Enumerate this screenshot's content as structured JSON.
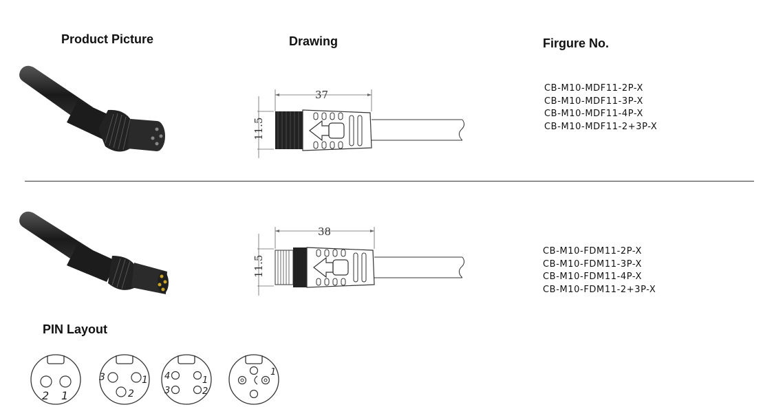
{
  "headers": {
    "product_picture": "Product Picture",
    "drawing": "Drawing",
    "figure_no": "Firgure No.",
    "pin_layout": "PIN Layout"
  },
  "female": {
    "dim_length": "37",
    "dim_diameter": "11.5",
    "parts": [
      "CB-M10-MDF11-2P-X",
      "CB-M10-MDF11-3P-X",
      "CB-M10-MDF11-4P-X",
      "CB-M10-MDF11-2+3P-X"
    ]
  },
  "male": {
    "dim_length": "38",
    "dim_diameter": "11.5",
    "parts": [
      "CB-M10-FDM11-2P-X",
      "CB-M10-FDM11-3P-X",
      "CB-M10-FDM11-4P-X",
      "CB-M10-FDM11-2+3P-X"
    ]
  },
  "pins": {
    "p2": [
      "2",
      "1"
    ],
    "p3": [
      "3",
      "1",
      "2"
    ],
    "p4": [
      "4",
      "1",
      "3",
      "2"
    ],
    "p5": [
      "1"
    ]
  }
}
